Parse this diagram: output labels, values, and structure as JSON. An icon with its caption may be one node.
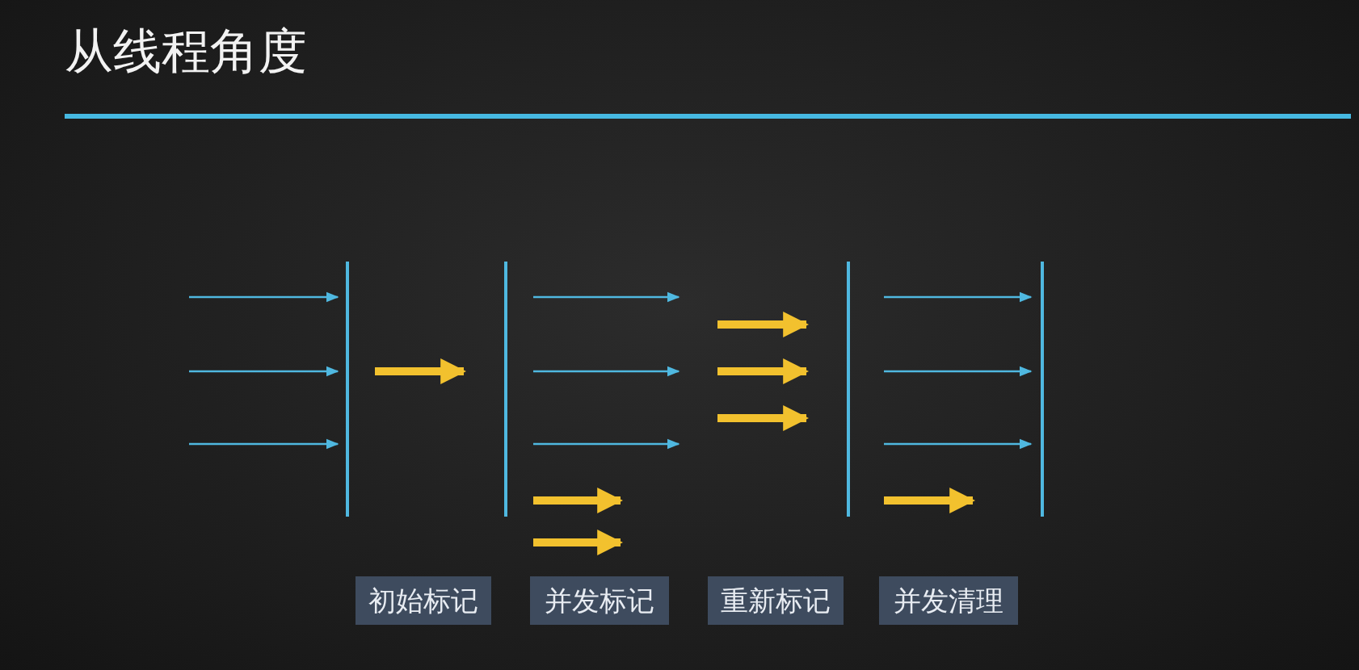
{
  "diagram": {
    "title": "从线程角度",
    "nodes": [
      {
        "text": [
          "初始标记"
        ]
      },
      {
        "text": [
          "并发标记"
        ]
      },
      {
        "text": [
          "重新标记"
        ]
      },
      {
        "text": [
          "并发清理"
        ]
      }
    ]
  }
}
